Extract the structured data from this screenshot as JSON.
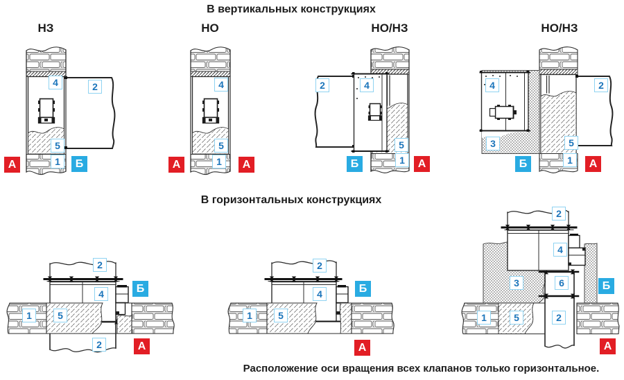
{
  "headings": {
    "vertical": "В вертикальных конструкциях",
    "horizontal": "В горизонтальных конструкциях"
  },
  "footer": {
    "note": "Расположение оси вращения всех клапанов только горизонтальное."
  },
  "colors": {
    "badge_red": "#e21e25",
    "badge_blue": "#29abe2",
    "callout_border": "#8fd3f2",
    "callout_text": "#1b75bb",
    "line": "#2b2b2b"
  },
  "vertical_diagrams": [
    {
      "label": "НЗ",
      "callouts": {
        "valve": "4",
        "duct": "2",
        "mortar": "5",
        "wall": "1"
      },
      "badges": {
        "left": "А",
        "right": "Б"
      }
    },
    {
      "label": "НО",
      "callouts": {
        "valve": "4",
        "mortar": "5",
        "wall": "1"
      },
      "badges": {
        "left": "А",
        "right": "А"
      }
    },
    {
      "label": "НО/НЗ",
      "callouts": {
        "duct": "2",
        "valve": "4",
        "mortar": "5",
        "wall": "1"
      },
      "badges": {
        "left": "Б",
        "right": "А"
      }
    },
    {
      "label": "НО/НЗ",
      "callouts": {
        "valve": "4",
        "duct": "2",
        "protection": "3",
        "mortar": "5",
        "wall": "1"
      },
      "badges": {
        "left": "Б",
        "right": "А"
      }
    }
  ],
  "horizontal_diagrams": [
    {
      "callouts": {
        "duct_top": "2",
        "valve": "4",
        "wall": "1",
        "mortar": "5",
        "duct_bottom": "2"
      },
      "badges": {
        "top": "Б",
        "bottom": "А"
      }
    },
    {
      "callouts": {
        "duct_top": "2",
        "valve": "4",
        "wall": "1",
        "mortar": "5"
      },
      "badges": {
        "top": "Б",
        "bottom": "А"
      }
    },
    {
      "callouts": {
        "duct_top": "2",
        "valve": "4",
        "protection": "3",
        "connector": "6",
        "wall": "1",
        "mortar": "5",
        "duct_bottom": "2"
      },
      "badges": {
        "top": "Б",
        "bottom": "А"
      }
    }
  ]
}
